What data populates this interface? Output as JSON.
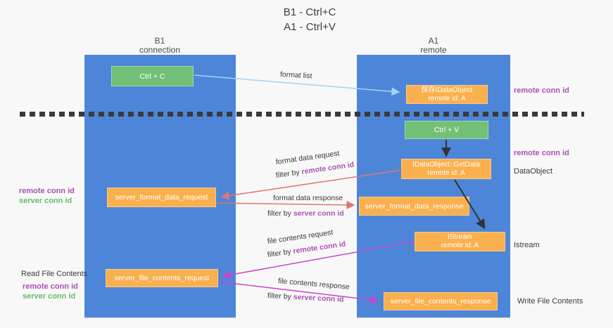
{
  "title": {
    "line1": "B1 - Ctrl+C",
    "line2": "A1 - Ctrl+V"
  },
  "columns": {
    "left": {
      "header_line1": "B1",
      "header_line2": "connection"
    },
    "right": {
      "header_line1": "A1",
      "header_line2": "remote"
    }
  },
  "boxes": {
    "ctrl_c": {
      "label": "Ctrl + C"
    },
    "save_idataobject": {
      "line1": "保存IDataObject",
      "line2": "remote id: A"
    },
    "ctrl_v": {
      "label": "Ctrl + V"
    },
    "getdata": {
      "line1": "IDataObject::GetData",
      "line2": "remote id: A"
    },
    "format_request": {
      "label": "server_format_data_request"
    },
    "format_response": {
      "label": "server_format_data_response"
    },
    "istream": {
      "line1": "IStream",
      "line2": "remote id: A"
    },
    "file_request": {
      "label": "server_file_contents_request"
    },
    "file_response": {
      "label": "server_file_contents_response"
    }
  },
  "flow_labels": {
    "format_list": "format list",
    "format_data_request": "format data request",
    "format_data_response": "format data response",
    "file_contents_request": "file contents request",
    "file_contents_response": "file contents response",
    "filter_by": "filter by",
    "remote_conn_id": "remote conn id",
    "server_conn_id": "server conn id"
  },
  "side_labels": {
    "left": {
      "remote_conn_id_1": "remote conn id",
      "server_conn_id_1": "server conn id",
      "read_file_contents": "Read File Contents",
      "remote_conn_id_2": "remote conn id",
      "server_conn_id_2": "server conn id"
    },
    "right": {
      "remote_conn_id_1": "remote conn id",
      "remote_conn_id_2": "remote conn id",
      "dataobject": "DataObject",
      "istream": "Istream",
      "write_file_contents": "Write File Contents"
    }
  },
  "colors": {
    "lane_blue": "#4d86d8",
    "box_green": "#72c077",
    "box_orange": "#fbb04e",
    "arrow_light_blue": "#a8d3f0",
    "arrow_salmon": "#e57373",
    "arrow_magenta": "#c944c9",
    "arrow_black": "#333333",
    "text_purple": "#aa4fb6",
    "text_green": "#66bb6a",
    "dash_line": "#3a3a3a"
  }
}
